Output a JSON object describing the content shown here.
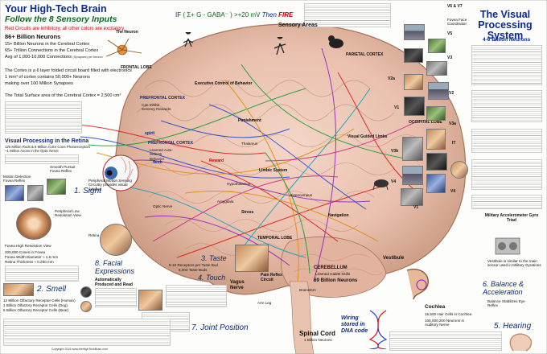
{
  "header": {
    "title": "Your High-Tech Brain",
    "subtitle": "Follow the 8 Sensory Inputs",
    "red_note": "Red Circuits are inhibitory, all other colors are excitatory"
  },
  "stats": {
    "neurons": "86+ Billion Neurons",
    "cerebral": "15+ Billion Neurons in the Cerebral Cortex",
    "connections": "65+ Trillion Connections in the Cerebral Cortex",
    "avg": "Avg of 1,000-10,000 Connections",
    "avg_suffix": "(Synapses) per Neuron",
    "cortex_board": "The Cortex is a 6 layer folded circuit board filled with electronics",
    "per_mm": "1 mm³ of cortex contains 50,000+ Neurons",
    "per_mm2": "making over 100 Million Synapses",
    "surface": "The Total Surface area of the Cerebral Cortex = 2,500 cm²",
    "neuron_label": "The Neuron"
  },
  "equation": {
    "if_label": "IF",
    "expr": "( Σ+ G - GABA⁻ ) >+20 mV",
    "then": "Then",
    "fire": "FIRE"
  },
  "retina": {
    "title": "Visual Processing in the Retina",
    "line1": "126 Million Rods & 6 Million Color Cone Photoreceptors",
    "line2": "~1 Million Axons in the Optic Nerve",
    "motion": "Motion Detection",
    "fovea_reflex": "Fovea Reflex",
    "pursuit": "Smooth Pursuit",
    "pursuit2": "Fovea Reflex",
    "sight": "1. Sight",
    "low_res": "Peripheral Low Resolution View",
    "retina_label": "Retina",
    "fovea_high": "Fovea High Resolution View",
    "cones": "200,000 Cones in Fovea",
    "fovea_diam": "Fovea Width Diameter ≈ 1.5 mm",
    "retina_thick": "Retina Thickness ≈ 0.250 mm"
  },
  "smell": {
    "title": "2. Smell",
    "l1": "12 Million Olfactory Receptor Cells (Human)",
    "l2": "1 Billion Olfactory Receptor Cells (Dog)",
    "l3": "5 Billion Olfactory Receptor Cells (Bear)"
  },
  "facial": {
    "title": "8. Facial Expressions",
    "auto": "Automatically Produced and Read"
  },
  "taste": {
    "title": "3. Taste",
    "l1": "5-10 Receptors per Taste Bud",
    "l2": "6,000 Taste Buds"
  },
  "touch": {
    "title": "4. Touch"
  },
  "joint": {
    "title": "7. Joint Position"
  },
  "regions": {
    "frontal": "FRONTAL LOBE",
    "prefrontal": "PREFRONTAL CORTEX",
    "prefrontal_sub": "Can Inhibit Sensory Rewards",
    "sensory_areas": "Sensory Areas",
    "parietal": "PARIETAL CORTEX",
    "occipital": "OCCIPITAL LOBE",
    "temporal": "TEMPORAL LOBE",
    "cerebellum": "CEREBELLUM",
    "cerebellum_sub": "Learned Habits Skills",
    "cerebellum_count": "69 Billion Neurons",
    "brainstem": "Brainstem",
    "limbic": "Limbic System",
    "amygdala": "Amygdala",
    "hippocampus": "Hippocampus",
    "thalamus": "Thalamus",
    "hypothalamus": "Hypothalamus",
    "stress": "Stress",
    "vagus": "Vagus Nerve",
    "optic": "Optic Nerve",
    "visual_guided": "Visual Guided Limbs",
    "executive": "Executive Control of Behavior",
    "punishment": "Punishment",
    "spirit": "spirit",
    "flesh": "flesh",
    "reward": "Reward",
    "pfc_frontal": "PREFRONTAL CORTEX",
    "pfc_frontal_sub": "Learned Auto-Selects Behavior",
    "pain_reflex": "Pain Reflex Circuit",
    "arm_leg": "Arm Leg",
    "spinal": "Spinal Cord",
    "spinal_count": "1 Billion Neurons",
    "wiring": "Wiring stored in DNA code",
    "peripheral": "Peripheral Motion Sensing Circuitry provides visual reflexes",
    "navigation": "Navigation",
    "vestibule": "Vestibule",
    "cochlea": "Cochlea",
    "cochlea1": "15,500 Hair Cells in Cochlea",
    "cochlea2": "105,000,200 Neurons in Auditory Nerve",
    "balance": "6. Balance & Acceleration",
    "balance_sub": "Balance Stabilizes Eye Reflex",
    "hearing": "5. Hearing",
    "military": "Military Accelerometer Gyro Triad",
    "vestibule_note": "Vestibule is similar to the main sensor used in Military Gyrations"
  },
  "visual_system": {
    "title": "The Visual Processing System",
    "count": "4-6 Billion Neurons",
    "labels": [
      "V6 & V7",
      "V5",
      "V3",
      "V2a",
      "V1",
      "V2",
      "V3b",
      "V4",
      "IT",
      "V3a",
      "V4",
      "V1"
    ],
    "ffa": "Fovea Face Coordinator"
  },
  "footer": {
    "copyright": "Copyright 2015 www.theHighTechBrain.com"
  }
}
